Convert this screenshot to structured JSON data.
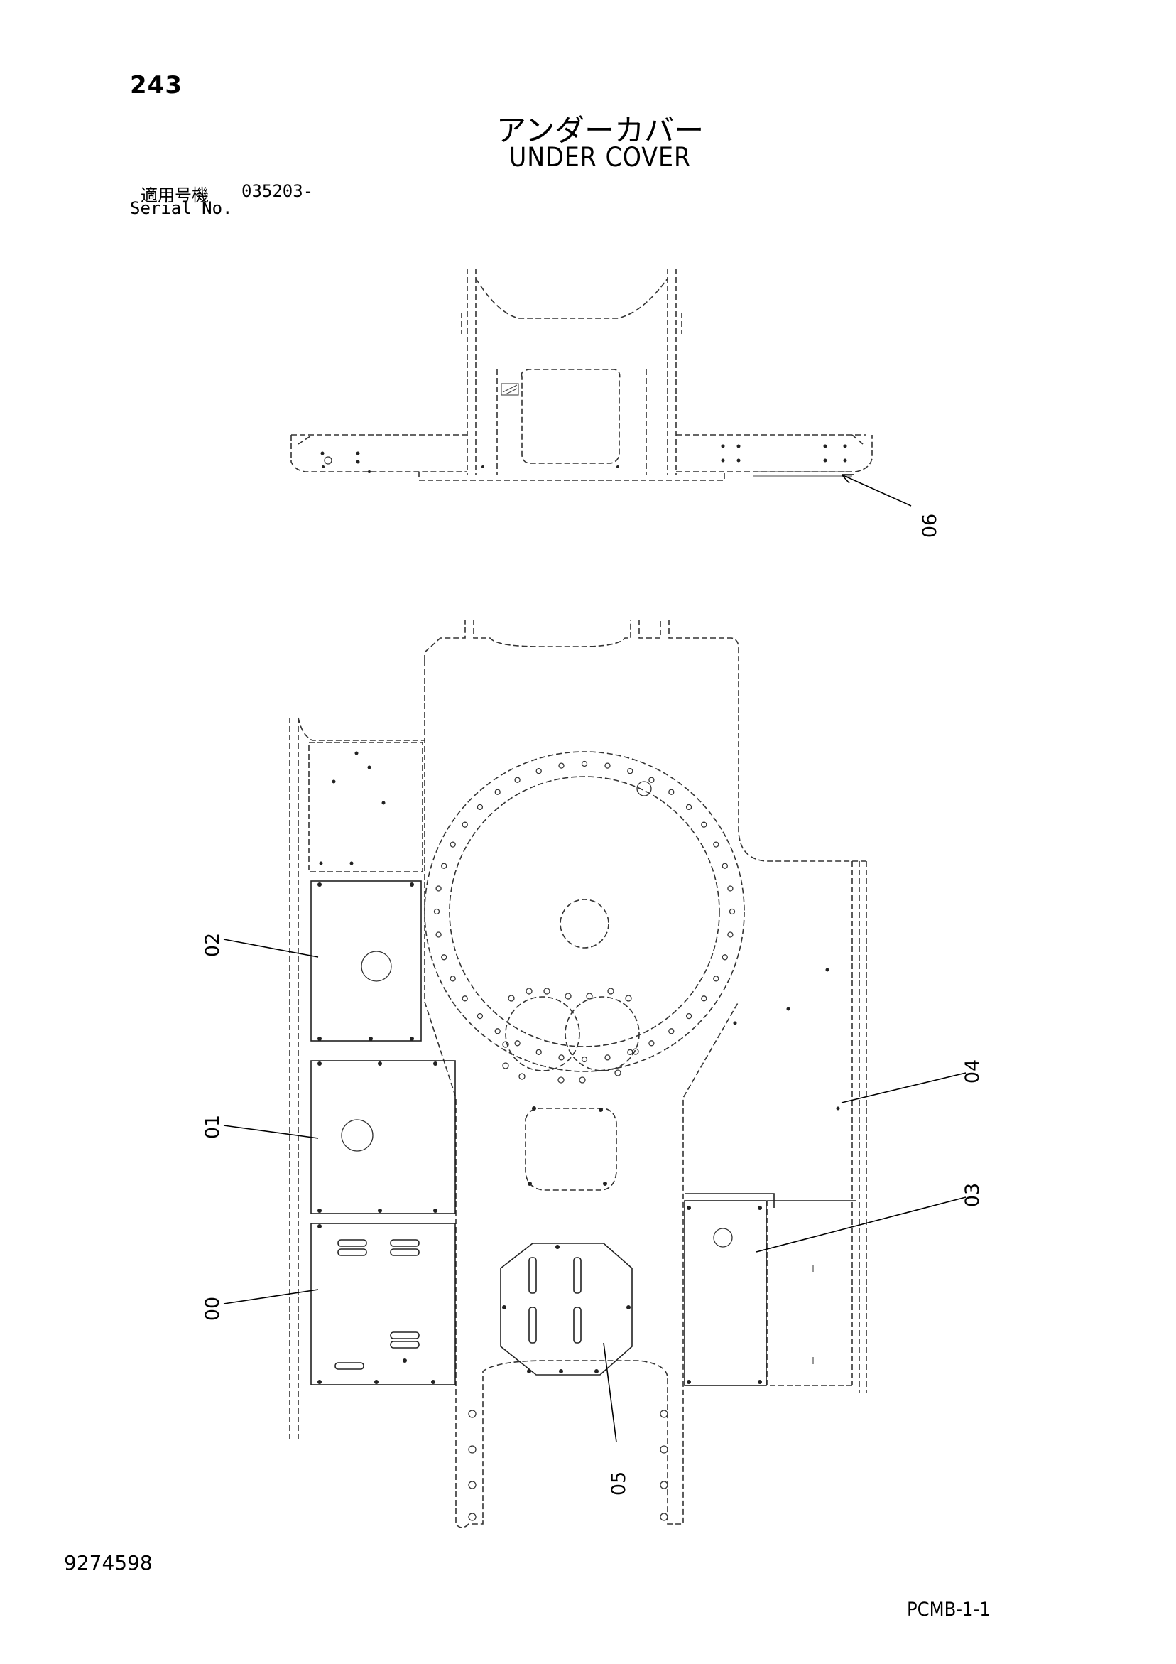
{
  "header": {
    "page_number": "243",
    "title_jp": "アンダーカバー",
    "title_en": "UNDER COVER",
    "serial_label_jp": "適用号機",
    "serial_number": "035203-",
    "serial_label_en": "Serial No."
  },
  "footer": {
    "document_number": "9274598",
    "sheet_code": "PCMB-1-1"
  },
  "callouts": [
    {
      "id": "callout-00",
      "text": "00"
    },
    {
      "id": "callout-01",
      "text": "01"
    },
    {
      "id": "callout-02",
      "text": "02"
    },
    {
      "id": "callout-03",
      "text": "03"
    },
    {
      "id": "callout-04",
      "text": "04"
    },
    {
      "id": "callout-05",
      "text": "05"
    },
    {
      "id": "callout-06",
      "text": "06"
    }
  ]
}
